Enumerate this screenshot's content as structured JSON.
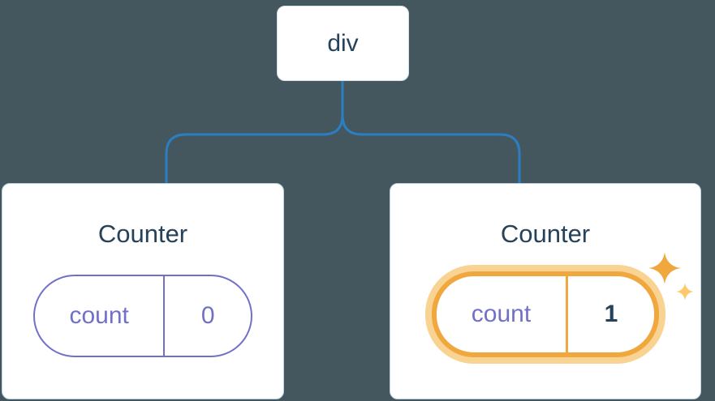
{
  "diagram": {
    "root": {
      "label": "div"
    },
    "children": [
      {
        "title": "Counter",
        "state": {
          "label": "count",
          "value": "0"
        },
        "highlighted": false
      },
      {
        "title": "Counter",
        "state": {
          "label": "count",
          "value": "1"
        },
        "highlighted": true
      }
    ]
  },
  "colors": {
    "background": "#44565E",
    "connector": "#2B7FC0",
    "node_border": "#D3E2ED",
    "card_border": "#BFD4E3",
    "title_text": "#25425A",
    "pill_purple": "#7170C9",
    "highlight_orange": "#F0A73E",
    "highlight_glow": "#F8D391",
    "sparkle_small": "#FFC96B"
  }
}
